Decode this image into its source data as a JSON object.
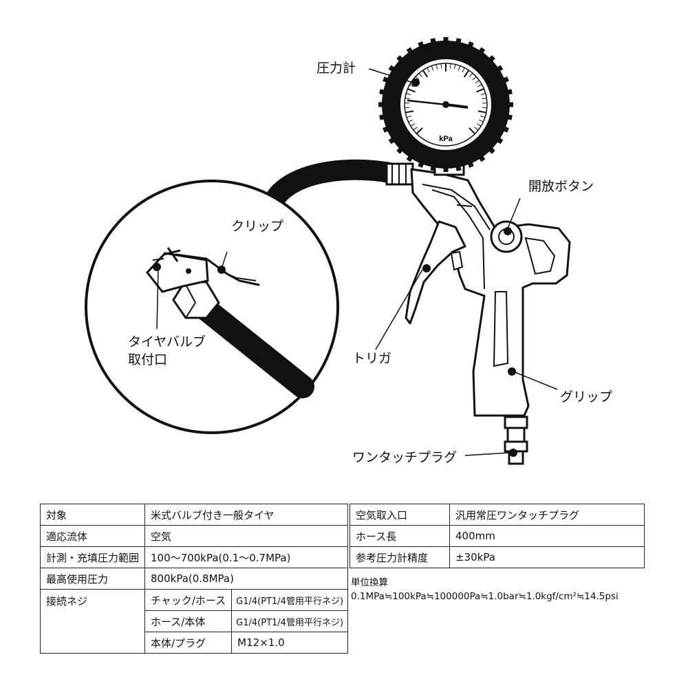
{
  "callouts": {
    "gauge": "圧力計",
    "release_button": "開放ボタン",
    "clip": "クリップ",
    "valve_fitting_line1": "タイヤバルブ",
    "valve_fitting_line2": "取付口",
    "trigger": "トリガ",
    "grip": "グリップ",
    "plug": "ワンタッチプラグ"
  },
  "gauge_unit": "kPa",
  "spec_left": {
    "rows": [
      {
        "label": "対象",
        "value": "米式バルブ付き一般タイヤ"
      },
      {
        "label": "適応流体",
        "value": "空気"
      },
      {
        "label": "計測・充填圧力範囲",
        "value": "100〜700kPa(0.1〜0.7MPa)"
      },
      {
        "label": "最高使用圧力",
        "value": "800kPa(0.8MPa)"
      }
    ],
    "thread": {
      "label": "接続ネジ",
      "rows": [
        {
          "part": "チャック/ホース",
          "value": "G1/4(PT1/4管用平行ネジ)"
        },
        {
          "part": "ホース/本体",
          "value": "G1/4(PT1/4管用平行ネジ)"
        },
        {
          "part": "本体/プラグ",
          "value": "M12×1.0"
        }
      ]
    }
  },
  "spec_right": {
    "rows": [
      {
        "label": "空気取入口",
        "value": "汎用常圧ワンタッチプラグ"
      },
      {
        "label": "ホース長",
        "value": "400mm"
      },
      {
        "label": "参考圧力計精度",
        "value": "±30kPa"
      }
    ]
  },
  "unit_conversion": {
    "title": "単位換算",
    "formula": "0.1MPa≒100kPa≒100000Pa≒1.0bar≒1.0kgf/cm²≒14.5psi"
  }
}
